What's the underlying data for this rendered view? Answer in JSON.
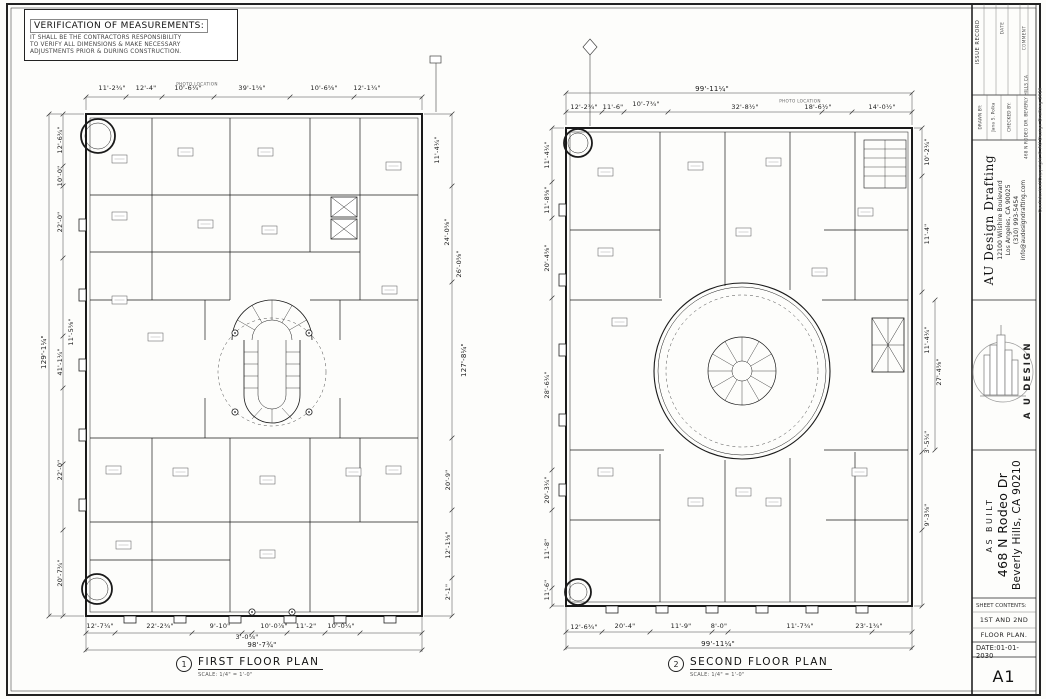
{
  "verification": {
    "title": "VERIFICATION OF MEASUREMENTS:",
    "line1": "IT SHALL BE THE CONTRACTORS RESPONSIBILITY",
    "line2": "TO VERIFY ALL DIMENSIONS & MAKE NECESSARY",
    "line3": "ADJUSTMENTS PRIOR & DURING CONSTRUCTION."
  },
  "plan1": {
    "marker_number": "1",
    "title": "FIRST FLOOR PLAN",
    "scale": "SCALE: 1/4\" = 1'-0\"",
    "photo_note": "PHOTO LOCATION",
    "dims": {
      "top": [
        "11'-2¾\"",
        "12'-4\"",
        "10'-6¼\"",
        "39'-1⅝\"",
        "10'-6⅝\"",
        "12'-1¼\""
      ],
      "bottom": [
        "12'-7¼\"",
        "22'-2¾\"",
        "9'-10\"",
        "3'-0⅝\"",
        "10'-0⅞\"",
        "11'-2\"",
        "10'-0¼\""
      ],
      "bottom_overall": "98'-7¾\"",
      "left": [
        "12'-6¾\"",
        "10'-0\"",
        "22'-0\"",
        "41'-1¼\"",
        "11'-5⅝\"",
        "22'-0\"",
        "20'-7¾\""
      ],
      "left_overall": "129'-1¼\"",
      "right": [
        "11'-4¼\"",
        "24'-0⅝\"",
        "26'-0⅝\"",
        "20'-9\"",
        "12'-1⅛\"",
        "2'-1\""
      ],
      "right_overall": "127'-8¼\""
    }
  },
  "plan2": {
    "marker_number": "2",
    "title": "SECOND FLOOR PLAN",
    "scale": "SCALE: 1/4\" = 1'-0\"",
    "photo_note": "PHOTO LOCATION",
    "dims": {
      "top": [
        "12'-2¾\"",
        "11'-6\"",
        "10'-7¾\"",
        "32'-8½\"",
        "18'-6½\"",
        "14'-0½\""
      ],
      "top_overall": "99'-11¼\"",
      "bottom": [
        "12'-6¾\"",
        "20'-4\"",
        "11'-9\"",
        "8'-0\"",
        "11'-7¾\"",
        "23'-1¾\""
      ],
      "bottom_overall": "99'-11¼\"",
      "left": [
        "11'-4¼\"",
        "11'-8⅝\"",
        "20'-4⅝\"",
        "28'-6¼\"",
        "20'-3¼\"",
        "11'-8\"",
        "11'-6\""
      ],
      "right": [
        "10'-2¼\"",
        "11'-4\"",
        "27'-4⅝\"",
        "11'-4¼\"",
        "3'-5¼\"",
        "9'-3⅝\""
      ]
    }
  },
  "titleblock": {
    "issue_record": "ISSUE RECORD",
    "issue_cols": [
      "DATE",
      "COMMENT"
    ],
    "credits": [
      "DRAWN BY:",
      "Jana S. Polka",
      "CHECKED BY:",
      "468 N RODEO DR. BEVERLY HILLS CA"
    ],
    "firm": {
      "name": "AU Design Drafting",
      "address1": "12100 Wilshire Boulevard",
      "address2": "Los Angeles, CA 90025",
      "phone": "(310) 993-5454",
      "email": "info@audesigndrafting.com"
    },
    "logo_text": "A U DESIGN",
    "project": {
      "status": "AS BUILT",
      "address1": "468 N Rodeo Dr",
      "address2": "Beverly Hills, CA 90210"
    },
    "sheet_contents_label": "SHEET CONTENTS:",
    "sheet_contents1": "1ST AND 2ND",
    "sheet_contents2": "FLOOR PLAN.",
    "date": "DATE:01-01-2030",
    "sheet_number": "A1",
    "copyright": "Confidential/Copyright © AU Design Drafting 2020"
  }
}
